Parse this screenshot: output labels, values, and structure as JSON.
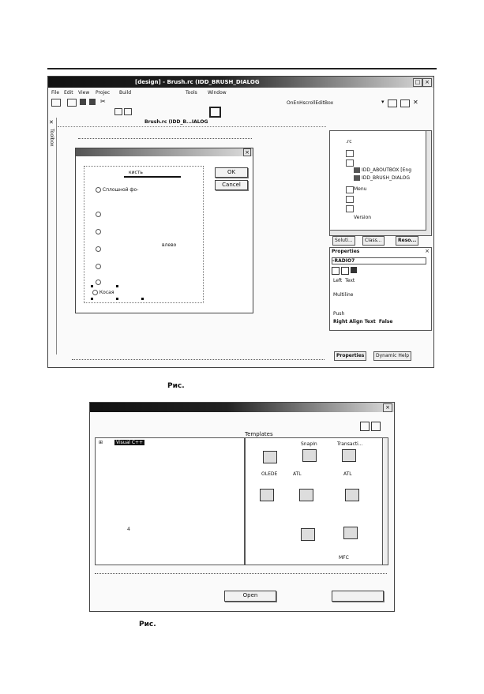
{
  "figure1": {
    "title": "[design] - Brush.rc (IDD_BRUSH_DIALOG",
    "menu": [
      "File",
      "Edit",
      "View",
      "Projec",
      "Build",
      "Tools",
      "Window"
    ],
    "func_combo": "OnEnHscrollEditBox",
    "toolbox_label": "Toolbox",
    "doc_tab": "Brush.rc (IDD_B...IALOG",
    "dialog": {
      "ok": "OK",
      "cancel": "Cancel",
      "brush_label": "кисть",
      "radio_solid": "Сплошной фо-",
      "left_label": "влево",
      "radio_oblique": "Косая"
    },
    "resource_tree": {
      "rc_label": ".rc",
      "items": [
        "IDD_ABOUTBOX [Eng",
        "IDD_BRUSH_DIALOG"
      ],
      "menu_label": "Menu",
      "version_label": "Version"
    },
    "bottom_tabs": [
      "Soluti...",
      "Class...",
      "Reso..."
    ],
    "properties": {
      "header": "Properties",
      "object": "-RADIO7",
      "rows": [
        "Left  Text",
        "Multiline",
        "Push",
        "Right Align Text  False"
      ],
      "tabs": [
        "Properties",
        "Dynamic Help"
      ]
    },
    "caption": "Рис."
  },
  "figure2": {
    "templates_label": "Templates",
    "tree_item": "Visual C++",
    "template_labels": [
      "SnapIn",
      "Transacti...",
      "OLEDE",
      "ATL",
      "ATL",
      "MFC"
    ],
    "small_digit": "4",
    "open_button": "Open",
    "caption": "Рис."
  },
  "colors": {
    "title_dark": "#111111",
    "window_bg": "#fafafa",
    "selection": "#111111"
  }
}
